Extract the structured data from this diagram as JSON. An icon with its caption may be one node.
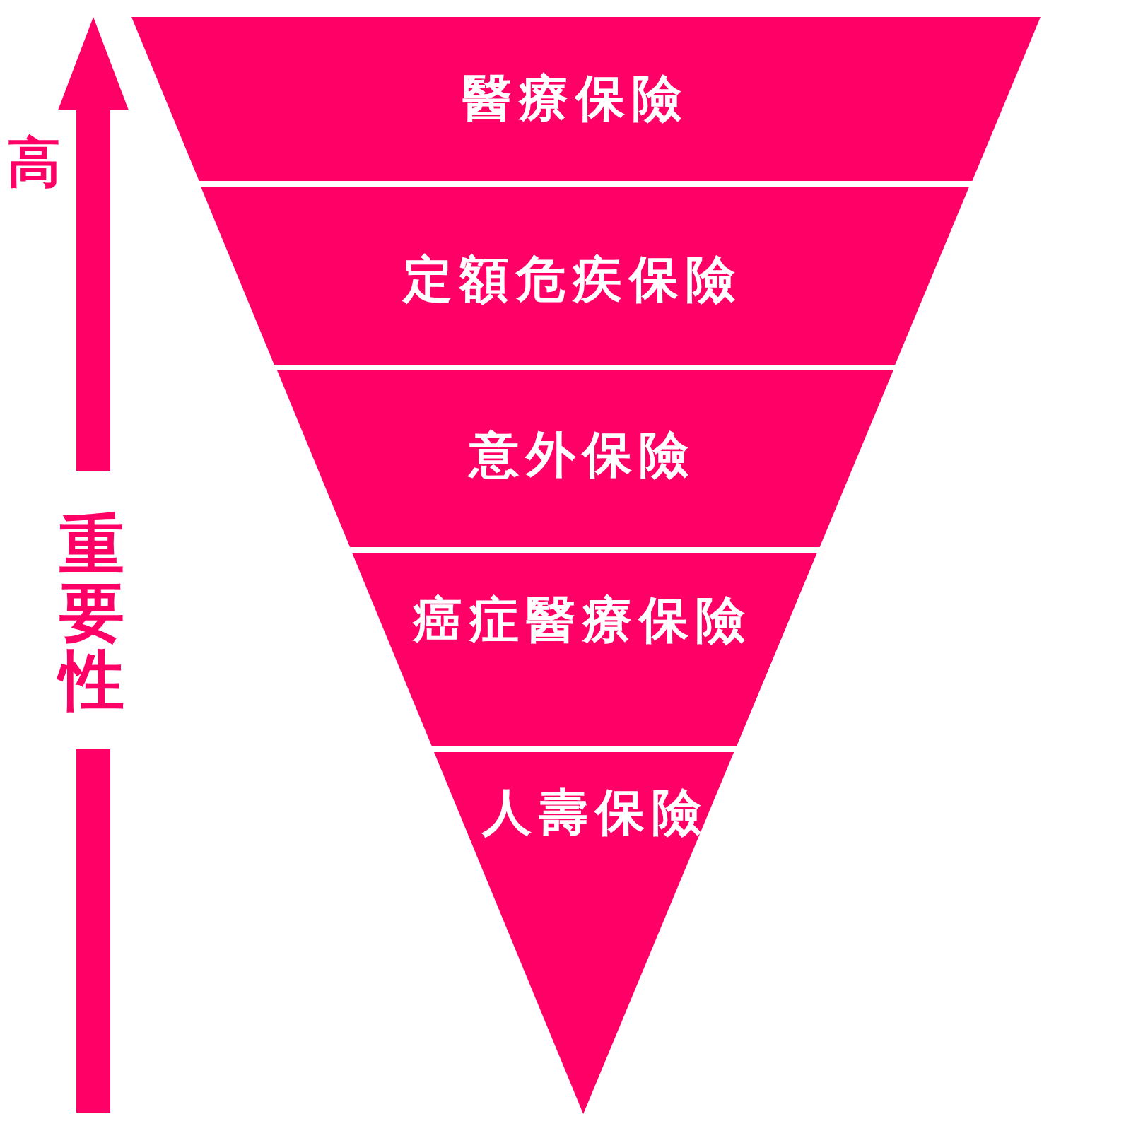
{
  "diagram": {
    "nodes": [
      {
        "text": [
          "醫療保險"
        ]
      },
      {
        "text": [
          "定額危疾保險"
        ]
      },
      {
        "text": [
          "意外保險"
        ]
      },
      {
        "text": [
          "癌症醫療保險"
        ]
      },
      {
        "text": [
          "人壽保險"
        ]
      }
    ],
    "labels": [
      "高",
      "重要性"
    ]
  }
}
